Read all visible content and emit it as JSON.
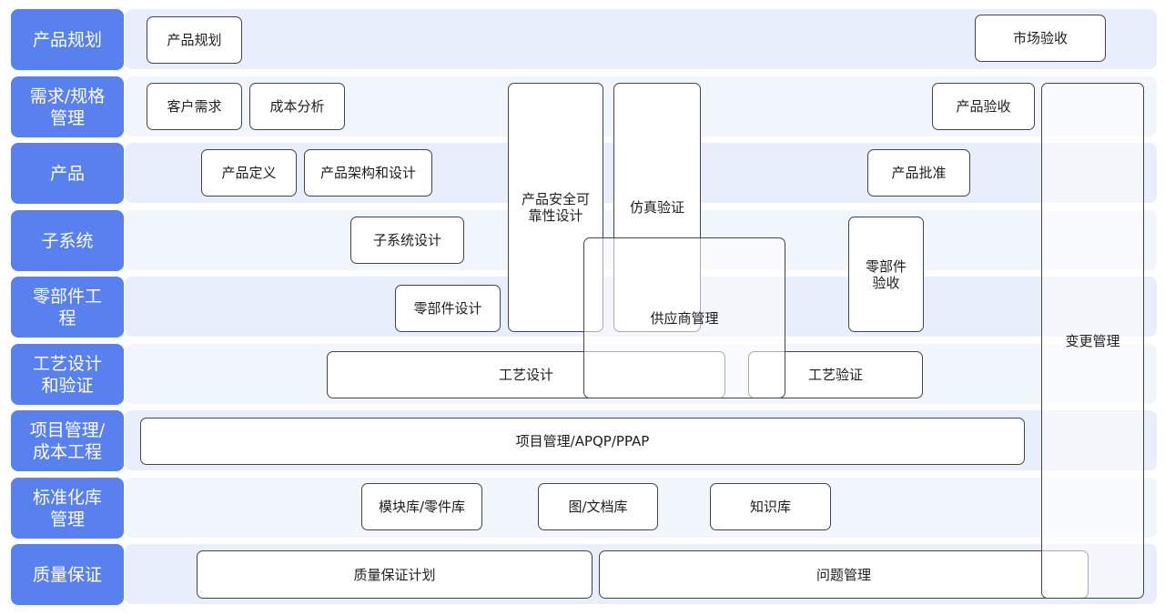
{
  "rows": [
    {
      "label": "产品规划"
    },
    {
      "label": "需求/规格管理"
    },
    {
      "label": "产品"
    },
    {
      "label": "子系统"
    },
    {
      "label": "零部件工程"
    },
    {
      "label": "工艺设计和验证"
    },
    {
      "label": "项目管理/成本工程"
    },
    {
      "label": "标准化库管理"
    },
    {
      "label": "质量保证"
    }
  ],
  "boxes": {
    "product_planning": "产品规划",
    "market_acceptance": "市场验收",
    "customer_requirements": "客户需求",
    "cost_analysis": "成本分析",
    "product_acceptance": "产品验收",
    "product_definition": "产品定义",
    "product_architecture_design": "产品架构和设计",
    "product_approval": "产品批准",
    "subsystem_design": "子系统设计",
    "part_design": "零部件设计",
    "part_acceptance": "零部件验收",
    "process_design": "工艺设计",
    "process_verification": "工艺验证",
    "project_management": "项目管理/APQP/PPAP",
    "module_part_library": "模块库/零件库",
    "drawing_document_library": "图/文档库",
    "knowledge_base": "知识库",
    "quality_assurance_plan": "质量保证计划",
    "issue_management": "问题管理",
    "product_safety_reliability_design": "产品安全可靠性设计",
    "simulation_verification": "仿真验证",
    "supplier_management": "供应商管理",
    "change_management": "变更管理"
  },
  "colors": {
    "row_label": "#5880ee",
    "band_dark": "#e8eefb",
    "band_light": "#f1f5fc",
    "box_border": "#444444"
  }
}
